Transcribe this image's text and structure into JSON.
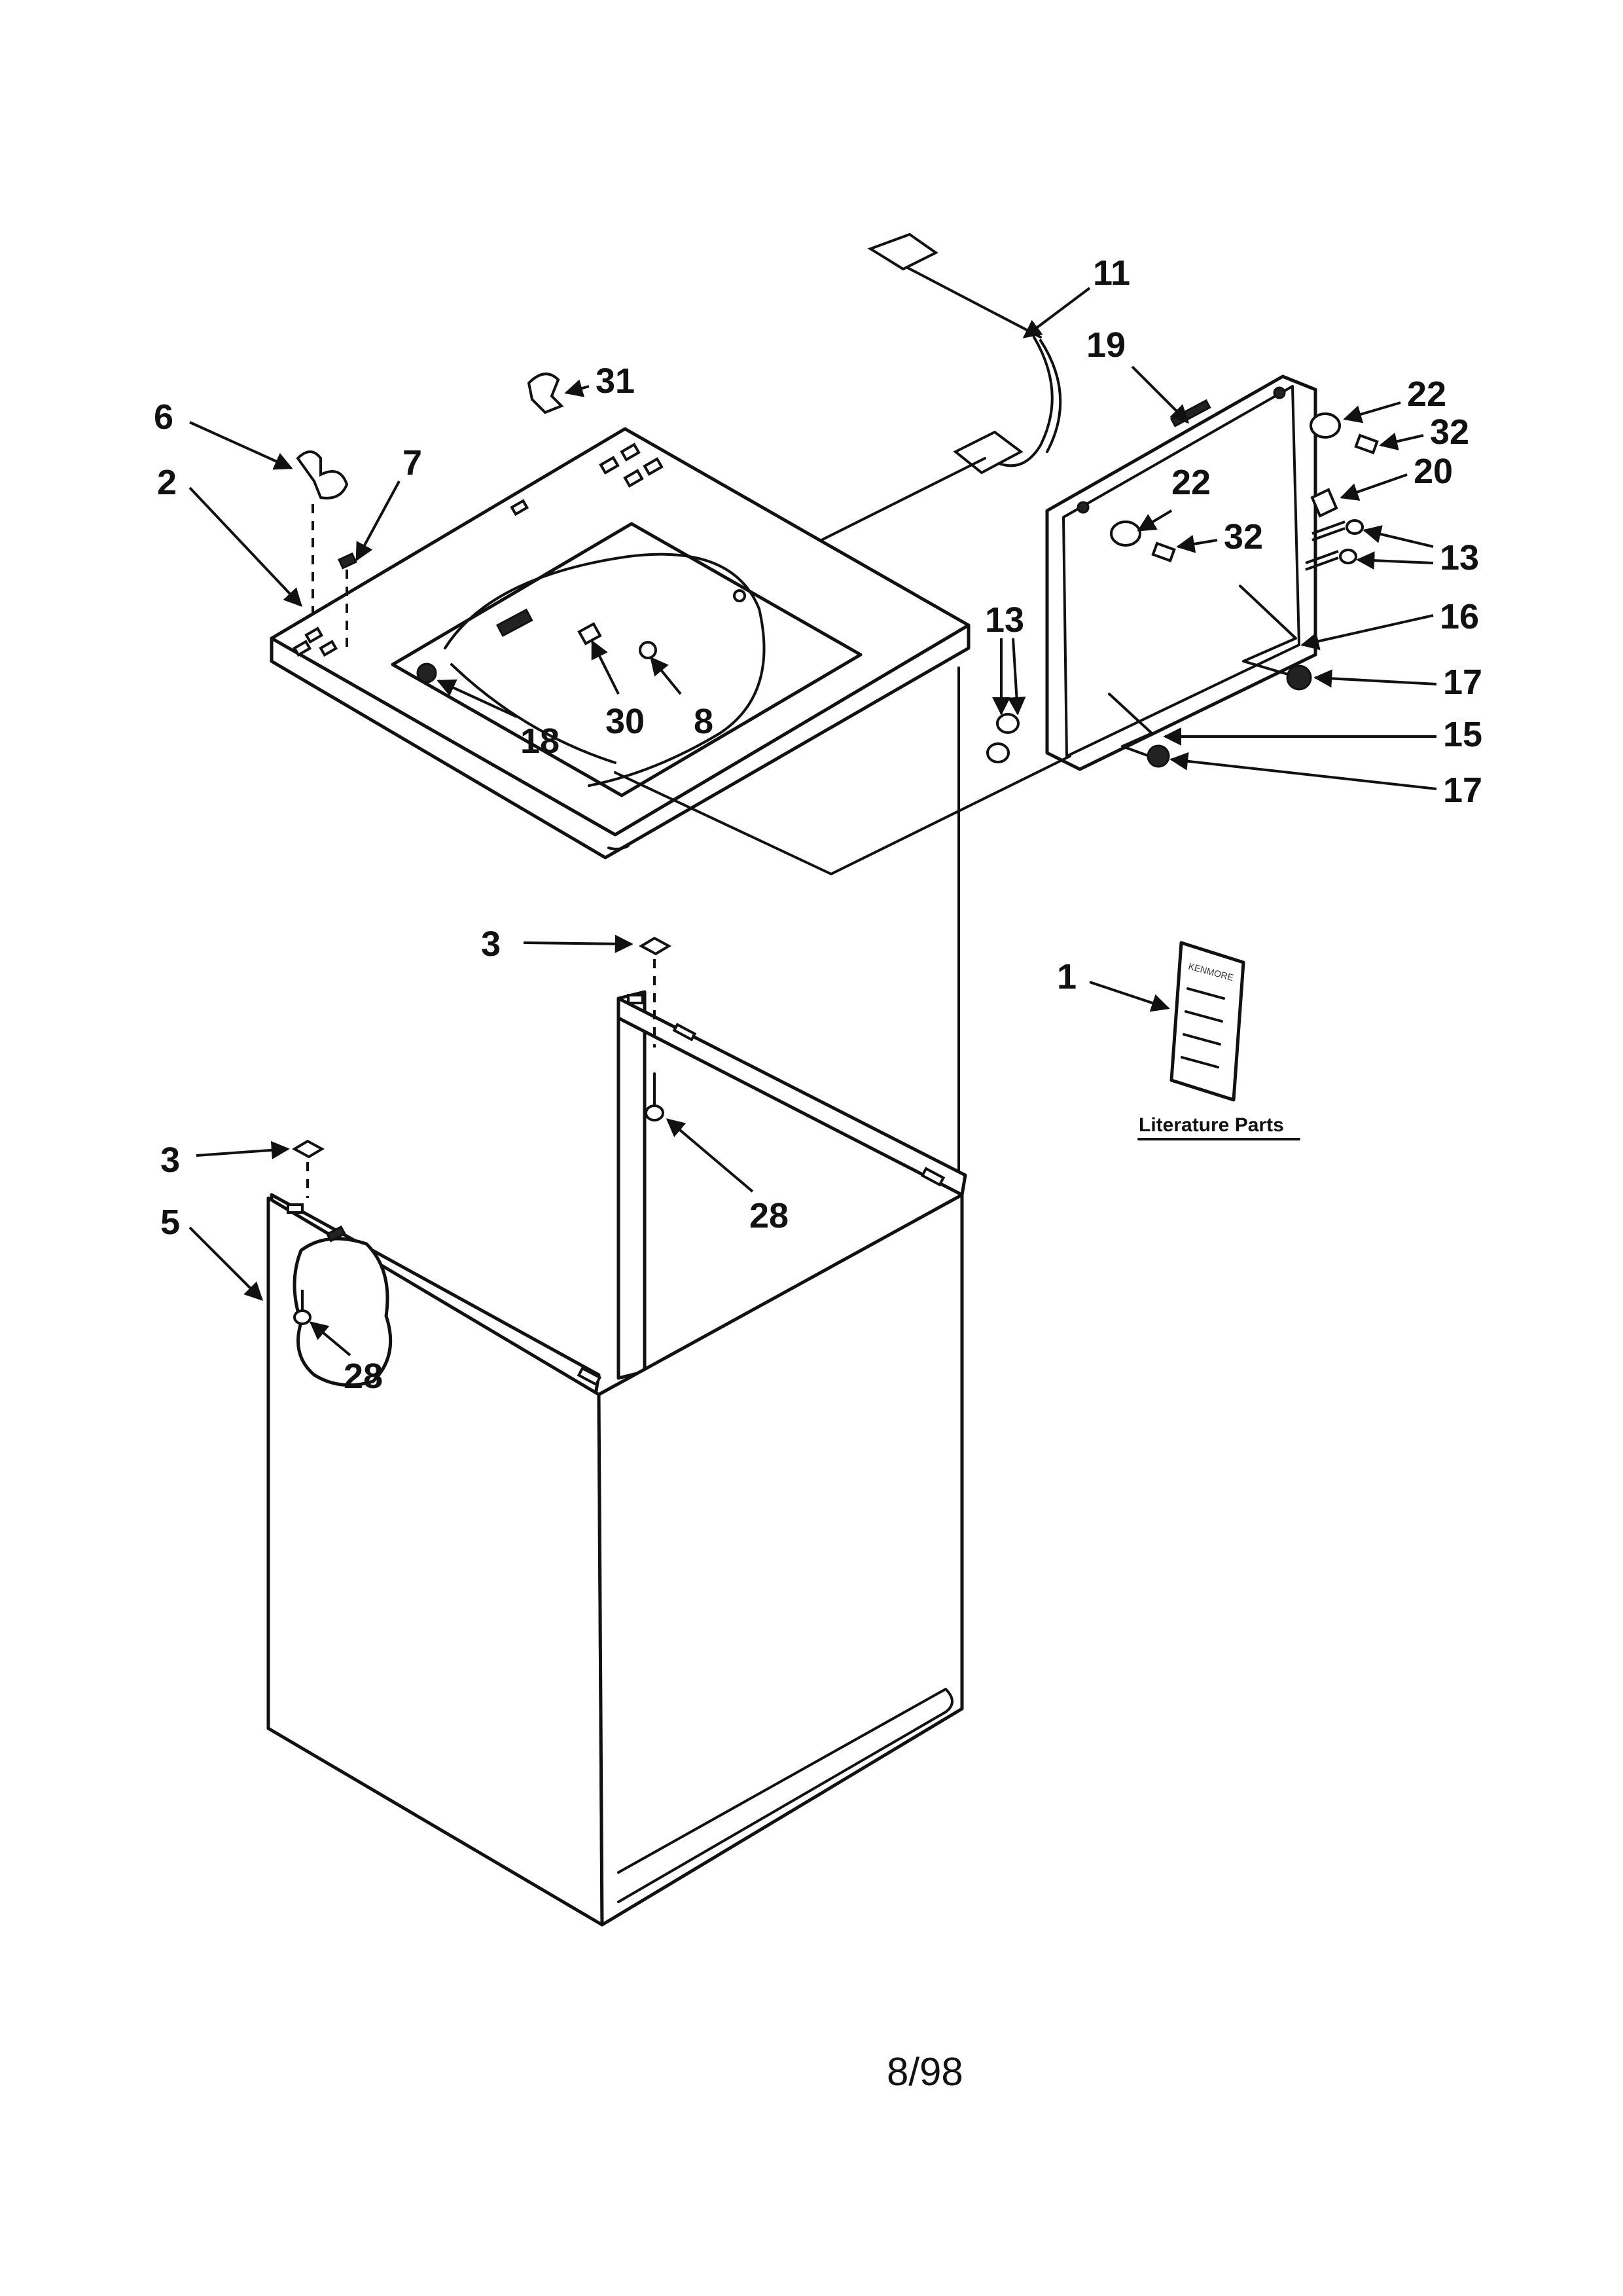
{
  "callouts": {
    "c11": "11",
    "c19": "19",
    "c22a": "22",
    "c32a": "32",
    "c20": "20",
    "c22b": "22",
    "c32b": "32",
    "c13a": "13",
    "c13b": "13",
    "c16": "16",
    "c17a": "17",
    "c15": "15",
    "c17b": "17",
    "c31": "31",
    "c6": "6",
    "c7": "7",
    "c2": "2",
    "c18": "18",
    "c30": "30",
    "c8": "8",
    "c3a": "3",
    "c3b": "3",
    "c1": "1",
    "c28a": "28",
    "c5": "5",
    "c28b": "28"
  },
  "literature_caption": "Literature Parts",
  "footer_date": "8/98"
}
